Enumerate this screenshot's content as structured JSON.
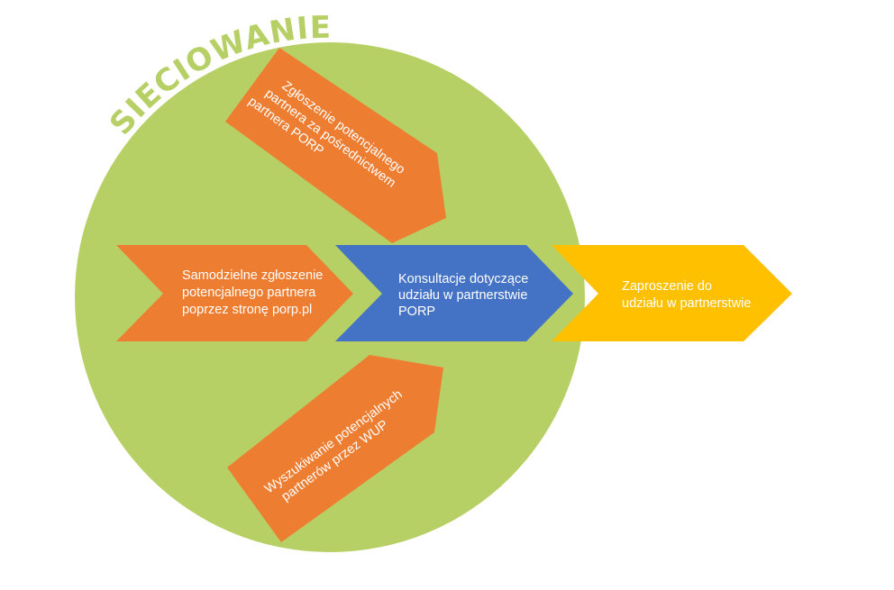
{
  "title": "SIECIOWANIE",
  "colors": {
    "circle": "#b7d066",
    "orange": "#ed7d31",
    "blue": "#4472c4",
    "yellow": "#ffc000",
    "text": "#ffffff"
  },
  "arrows": {
    "top": {
      "lines": [
        "Zgłoszenie potencjalnego",
        "partnera za pośrednictwem",
        "partnera PORP"
      ]
    },
    "left": {
      "lines": [
        "Samodzielne zgłoszenie",
        "potencjalnego partnera",
        "poprzez stronę porp.pl"
      ]
    },
    "bottom": {
      "lines": [
        "Wyszukiwanie potencjalnych",
        "partnerów przez WUP"
      ]
    },
    "center": {
      "lines": [
        "Konsultacje dotyczące",
        "udziału w partnerstwie",
        "PORP"
      ]
    },
    "right": {
      "lines": [
        "Zaproszenie do",
        "udziału w partnerstwie"
      ]
    }
  }
}
